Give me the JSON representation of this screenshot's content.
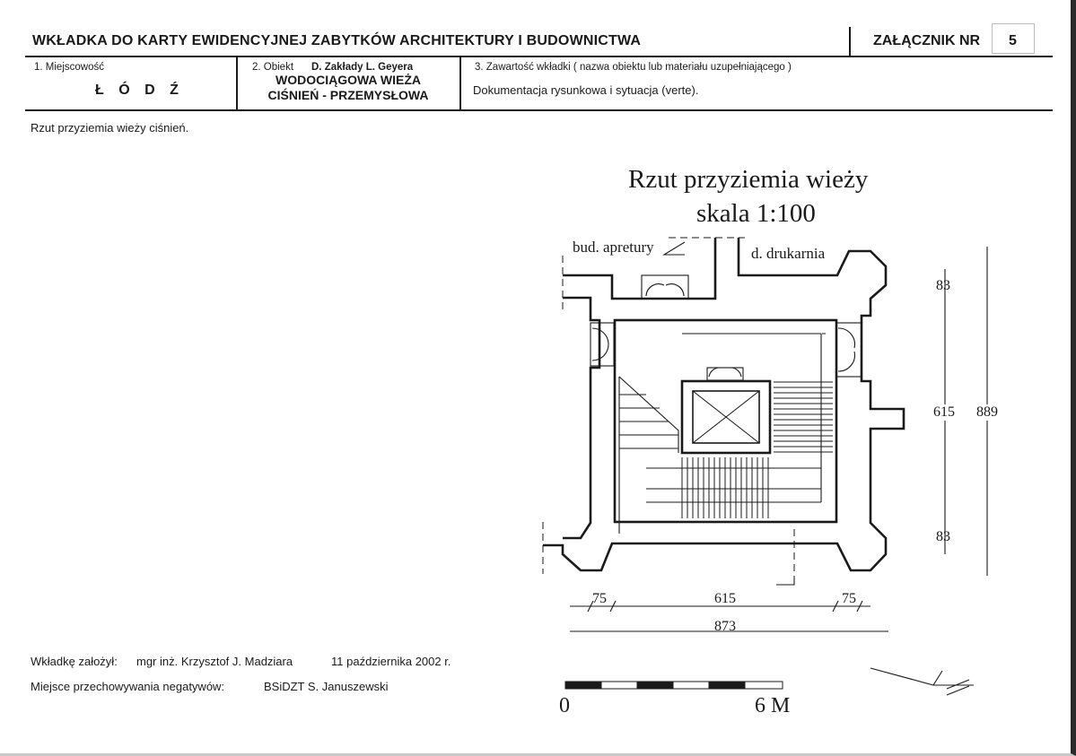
{
  "header": {
    "title": "WKŁADKA DO KARTY EWIDENCYJNEJ ZABYTKÓW ARCHITEKTURY I BUDOWNICTWA",
    "annex_label": "ZAŁĄCZNIK NR",
    "annex_number": "5"
  },
  "fields": {
    "locality_label": "1. Miejscowość",
    "locality_value": "Ł Ó D Ź",
    "object_label": "2. Obiekt",
    "object_owner": "D. Zakłady L. Geyera",
    "object_name_line1": "WODOCIĄGOWA WIEŻA",
    "object_name_line2": "CIŚNIEŃ - PRZEMYSŁOWA",
    "contents_label": "3. Zawartość wkładki ( nazwa obiektu lub materiału uzupełniającego )",
    "contents_value": "Dokumentacja rysunkowa i sytuacja (verte)."
  },
  "caption": "Rzut przyziemia wieży ciśnień.",
  "drawing": {
    "title_line1": "Rzut przyziemia wieży",
    "title_line2": "skala 1:100",
    "label_left_room": "bud. apretury",
    "label_right_room": "d. drukarnia",
    "dim_top_wall": "83",
    "dim_bottom_wall": "83",
    "dim_inner_height": "615",
    "dim_total_height": "889",
    "dim_left_wall": "75",
    "dim_inner_width": "615",
    "dim_right_wall": "75",
    "dim_total_width": "873",
    "scale_start": "0",
    "scale_end": "6 M"
  },
  "footer": {
    "author_label": "Wkładkę założył:",
    "author_value": "mgr inż. Krzysztof J. Madziara",
    "date": "11 października 2002 r.",
    "storage_label": "Miejsce przechowywania negatywów:",
    "storage_value": "BSiDZT S. Januszewski"
  }
}
